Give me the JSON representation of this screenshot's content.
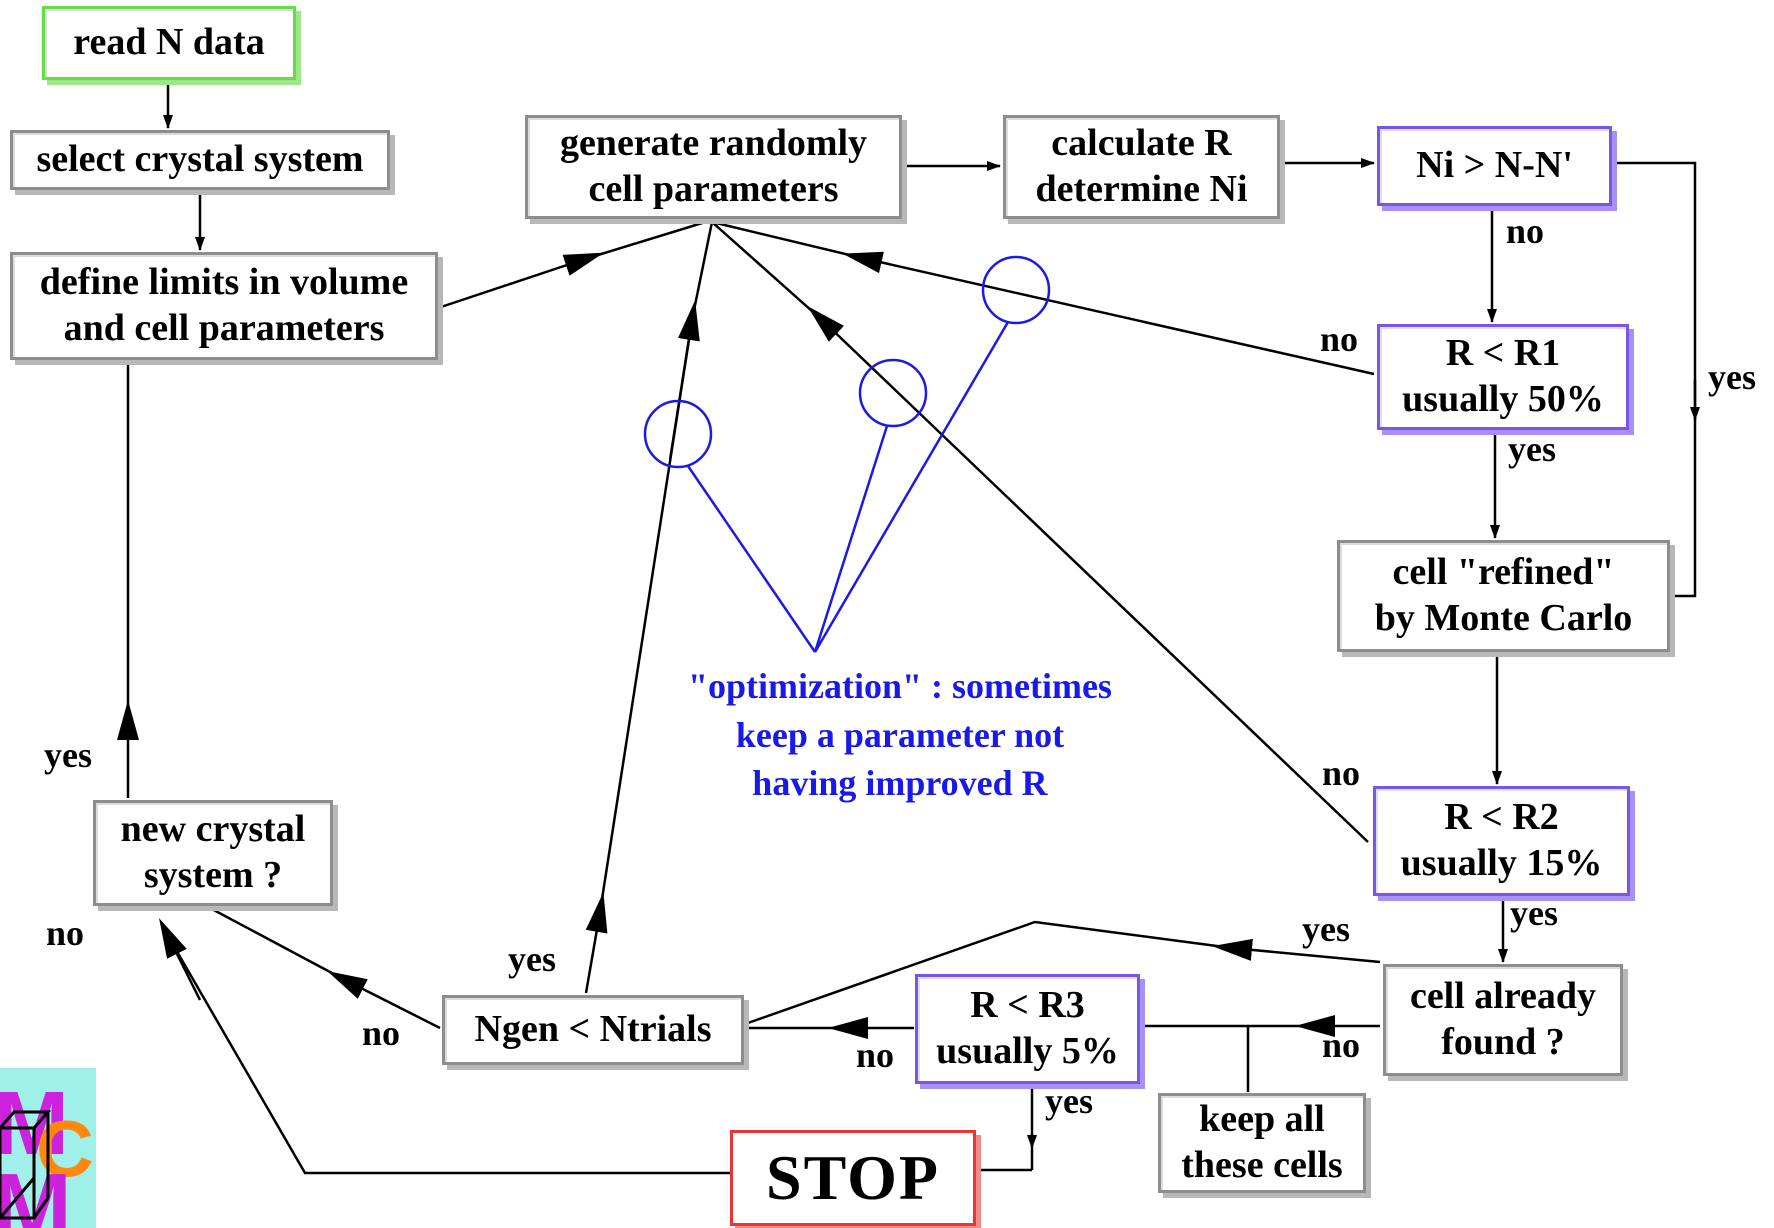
{
  "boxes": {
    "read_data": "read N data",
    "select_system": "select crystal system",
    "define_limits": "define limits in volume\nand cell parameters",
    "generate": "generate randomly\ncell parameters",
    "calculate": "calculate R\ndetermine Ni",
    "ni_test": "Ni > N-N'",
    "r1_test": "R < R1\nusually 50%",
    "refined": "cell \"refined\"\nby Monte Carlo",
    "r2_test": "R < R2\nusually 15%",
    "already_found": "cell already\nfound ?",
    "keep_cells": "keep all\nthese cells",
    "r3_test": "R < R3\nusually 5%",
    "ngen": "Ngen < Ntrials",
    "new_system": "new crystal\nsystem ?",
    "stop": "STOP"
  },
  "labels": {
    "ni_no": "no",
    "ni_yes": "yes",
    "r1_no": "no",
    "r1_yes": "yes",
    "r2_no": "no",
    "r2_yes": "yes",
    "found_yes": "yes",
    "found_no": "no",
    "r3_no": "no",
    "r3_yes": "yes",
    "ngen_yes": "yes",
    "ngen_no": "no",
    "system_yes": "yes",
    "system_no": "no"
  },
  "annotation": {
    "line1": "\"optimization\" : sometimes",
    "line2": "keep a parameter not",
    "line3": "having improved R"
  },
  "logo": {
    "letter_m": "M",
    "letter_c": "C"
  },
  "colors": {
    "start_border": "#66dd44",
    "test_border": "#7755ee",
    "stop_border": "#ee3333",
    "annotation": "#1a1ae6"
  }
}
